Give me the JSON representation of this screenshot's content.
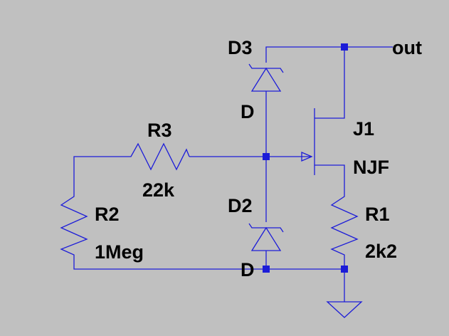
{
  "schematic": {
    "wire_color": "#1c1cd8",
    "background": "#c0c0c0",
    "components": [
      {
        "ref": "R3",
        "value": "22k",
        "type": "resistor"
      },
      {
        "ref": "R2",
        "value": "1Meg",
        "type": "resistor"
      },
      {
        "ref": "R1",
        "value": "2k2",
        "type": "resistor"
      },
      {
        "ref": "D3",
        "value": "D",
        "type": "zener-diode"
      },
      {
        "ref": "D2",
        "value": "D",
        "type": "zener-diode"
      },
      {
        "ref": "J1",
        "value": "NJF",
        "type": "n-channel-jfet"
      }
    ],
    "net_labels": {
      "output": "out"
    },
    "ground": {
      "symbol": "ground-icon"
    }
  }
}
